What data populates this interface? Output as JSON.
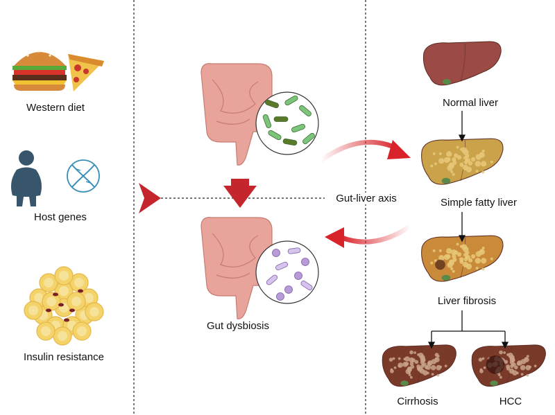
{
  "left_column": {
    "western_diet": "Western diet",
    "host_genes": "Host genes",
    "insulin_resistance": "Insulin resistance"
  },
  "middle_column": {
    "gut_dysbiosis": "Gut dysbiosis",
    "gut_liver_axis": "Gut-liver axis"
  },
  "liver_stages": {
    "normal": "Normal liver",
    "fatty": "Simple fatty liver",
    "fibrosis": "Liver  fibrosis",
    "cirrhosis": "Cirrhosis",
    "hcc": "HCC"
  },
  "colors": {
    "arrow_red": "#d9232a",
    "normal_liver": "#9b4a45",
    "fatty_liver": "#c9a24a",
    "fibrosis_liver": "#c98a3a",
    "cirrhosis_liver": "#7a3a2a",
    "intestine": "#e8a39b",
    "healthy_bacteria": "#7cc47a",
    "dysbiotic_bacteria": "#b79ad6"
  }
}
